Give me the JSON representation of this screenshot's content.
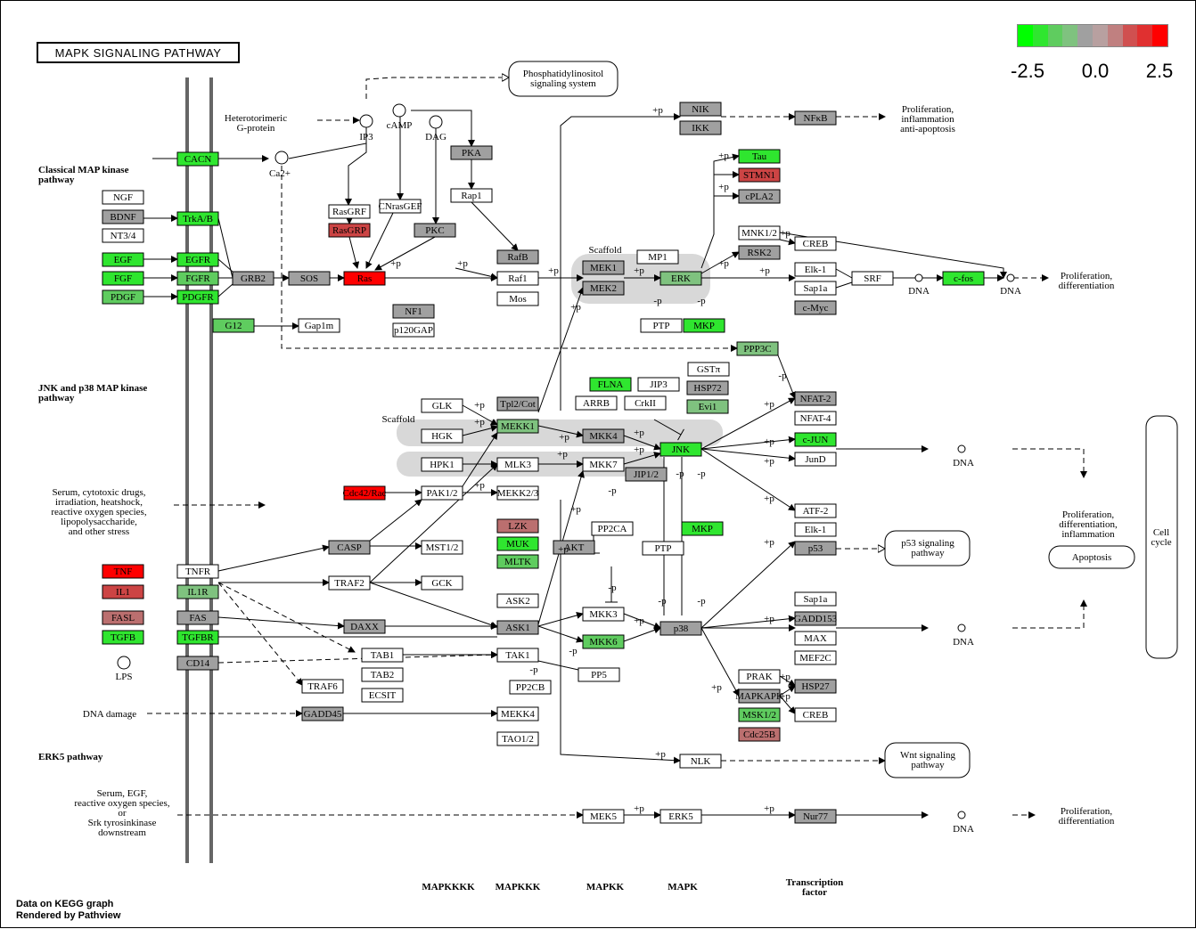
{
  "title": "MAPK SIGNALING PATHWAY",
  "legend": {
    "ticks": [
      "-2.5",
      "0.0",
      "2.5"
    ],
    "colors": [
      "#00ff00",
      "#2fe62f",
      "#5fcc5f",
      "#7fc27f",
      "#a0a0a0",
      "#b8a0a0",
      "#c08080",
      "#d05050",
      "#e03030",
      "#ff0000"
    ]
  },
  "credits": {
    "line1": "Data on KEGG graph",
    "line2": "Rendered by Pathview"
  },
  "colors": {
    "up_strong": "#ff0000",
    "up": "#cc4444",
    "up_weak": "#bb6f6f",
    "neutral": "#a0a0a0",
    "down_weak": "#7fc27f",
    "down": "#5fcc5f",
    "down_strong": "#00ff00",
    "none": "#ffffff"
  },
  "section_headers": {
    "classical": [
      "Classical MAP kinase",
      "pathway"
    ],
    "jnk": [
      "JNK and p38 MAP kinase",
      "pathway"
    ],
    "erk5": [
      "ERK5 pathway"
    ]
  },
  "column_labels": {
    "mapkkkk": "MAPKKKK",
    "mapkkk": "MAPKKK",
    "mapkk": "MAPKK",
    "mapk": "MAPK",
    "tf": [
      "Transcription",
      "factor"
    ]
  },
  "stimuli": {
    "serum": [
      "Serum, cytotoxic drugs,",
      "irradiation, heatshock,",
      "reactive oxygen species,",
      "lipopolysaccharide,",
      "and other stress"
    ],
    "dna_damage": "DNA damage",
    "erk5": [
      "Serum, EGF,",
      "reactive oxygen species,",
      "or",
      "Srk tyrosinkinase",
      "downstream"
    ],
    "hetero": [
      "Heterotorimeric",
      "G-protein"
    ]
  },
  "small_labels": {
    "ip3": "IP3",
    "camp": "cAMP",
    "dag": "DAG",
    "ca": "Ca2+",
    "lps": "LPS",
    "scaffold1": "Scaffold",
    "scaffold2": "Scaffold",
    "dna": "DNA"
  },
  "outputs": {
    "phosphatidyl": [
      "Phosphatidylinositol",
      "signaling system"
    ],
    "prolif_infl": [
      "Proliferation,",
      "inflammation",
      "anti-apoptosis"
    ],
    "prolif_diff1": [
      "Proliferation,",
      "differentiation"
    ],
    "prolif_diff_infl": [
      "Proliferation,",
      "differentiation,",
      "inflammation"
    ],
    "apoptosis": "Apoptosis",
    "cell_cycle": [
      "Cell",
      "cycle"
    ],
    "p53": [
      "p53 signaling",
      "pathway"
    ],
    "wnt": [
      "Wnt signaling",
      "pathway"
    ],
    "prolif_diff2": [
      "Proliferation,",
      "differentiation"
    ]
  },
  "genes": [
    {
      "label": "CACN",
      "color": "#2fe62f"
    },
    {
      "label": "NGF",
      "color": "#ffffff"
    },
    {
      "label": "BDNF",
      "color": "#a0a0a0"
    },
    {
      "label": "NT3/4",
      "color": "#ffffff"
    },
    {
      "label": "TrkA/B",
      "color": "#2fe62f"
    },
    {
      "label": "EGF",
      "color": "#2fe62f"
    },
    {
      "label": "FGF",
      "color": "#2fe62f"
    },
    {
      "label": "PDGF",
      "color": "#5fcc5f"
    },
    {
      "label": "EGFR",
      "color": "#2fe62f"
    },
    {
      "label": "FGFR",
      "color": "#5fcc5f"
    },
    {
      "label": "PDGFR",
      "color": "#2fe62f"
    },
    {
      "label": "GRB2",
      "color": "#a0a0a0"
    },
    {
      "label": "SOS",
      "color": "#a0a0a0"
    },
    {
      "label": "Ras",
      "color": "#ff0000"
    },
    {
      "label": "RasGRF",
      "color": "#ffffff"
    },
    {
      "label": "RasGRP",
      "color": "#cc4444"
    },
    {
      "label": "CNrasGEF",
      "color": "#ffffff"
    },
    {
      "label": "PKC",
      "color": "#a0a0a0"
    },
    {
      "label": "PKA",
      "color": "#a0a0a0"
    },
    {
      "label": "Rap1",
      "color": "#ffffff"
    },
    {
      "label": "RafB",
      "color": "#a0a0a0"
    },
    {
      "label": "Raf1",
      "color": "#ffffff"
    },
    {
      "label": "Mos",
      "color": "#ffffff"
    },
    {
      "label": "NF1",
      "color": "#a0a0a0"
    },
    {
      "label": "p120GAP",
      "color": "#ffffff"
    },
    {
      "label": "G12",
      "color": "#5fcc5f"
    },
    {
      "label": "Gap1m",
      "color": "#ffffff"
    },
    {
      "label": "MEK1",
      "color": "#a0a0a0"
    },
    {
      "label": "MEK2",
      "color": "#a0a0a0"
    },
    {
      "label": "MP1",
      "color": "#ffffff"
    },
    {
      "label": "ERK",
      "color": "#7fc27f"
    },
    {
      "label": "PTP",
      "color": "#ffffff"
    },
    {
      "label": "MKP",
      "color": "#2fe62f"
    },
    {
      "label": "NIK",
      "color": "#a0a0a0"
    },
    {
      "label": "IKK",
      "color": "#a0a0a0"
    },
    {
      "label": "NFκB",
      "color": "#a0a0a0"
    },
    {
      "label": "Tau",
      "color": "#2fe62f"
    },
    {
      "label": "STMN1",
      "color": "#cc4444"
    },
    {
      "label": "cPLA2",
      "color": "#a0a0a0"
    },
    {
      "label": "MNK1/2",
      "color": "#ffffff"
    },
    {
      "label": "RSK2",
      "color": "#a0a0a0"
    },
    {
      "label": "CREB",
      "color": "#ffffff"
    },
    {
      "label": "Elk-1",
      "color": "#ffffff"
    },
    {
      "label": "Sap1a",
      "color": "#ffffff"
    },
    {
      "label": "c-Myc",
      "color": "#a0a0a0"
    },
    {
      "label": "SRF",
      "color": "#ffffff"
    },
    {
      "label": "c-fos",
      "color": "#2fe62f"
    },
    {
      "label": "PPP3C",
      "color": "#7fc27f"
    },
    {
      "label": "NFAT-2",
      "color": "#a0a0a0"
    },
    {
      "label": "NFAT-4",
      "color": "#ffffff"
    },
    {
      "label": "c-JUN",
      "color": "#2fe62f"
    },
    {
      "label": "JunD",
      "color": "#ffffff"
    },
    {
      "label": "GLK",
      "color": "#ffffff"
    },
    {
      "label": "HGK",
      "color": "#ffffff"
    },
    {
      "label": "Tpl2/Cot",
      "color": "#a0a0a0"
    },
    {
      "label": "MEKK1",
      "color": "#7fc27f"
    },
    {
      "label": "FLNA",
      "color": "#2fe62f"
    },
    {
      "label": "JIP3",
      "color": "#ffffff"
    },
    {
      "label": "ARRB",
      "color": "#ffffff"
    },
    {
      "label": "CrkII",
      "color": "#ffffff"
    },
    {
      "label": "GSTπ",
      "color": "#ffffff"
    },
    {
      "label": "HSP72",
      "color": "#a0a0a0"
    },
    {
      "label": "Evi1",
      "color": "#7fc27f"
    },
    {
      "label": "MKK4",
      "color": "#a0a0a0"
    },
    {
      "label": "JNK",
      "color": "#2fe62f"
    },
    {
      "label": "HPK1",
      "color": "#ffffff"
    },
    {
      "label": "MLK3",
      "color": "#ffffff"
    },
    {
      "label": "MKK7",
      "color": "#ffffff"
    },
    {
      "label": "JIP1/2",
      "color": "#a0a0a0"
    },
    {
      "label": "Cdc42/Rac",
      "color": "#ff0000"
    },
    {
      "label": "PAK1/2",
      "color": "#ffffff"
    },
    {
      "label": "MEKK2/3",
      "color": "#ffffff"
    },
    {
      "label": "LZK",
      "color": "#bb6f6f"
    },
    {
      "label": "MUK",
      "color": "#2fe62f"
    },
    {
      "label": "MLTK",
      "color": "#5fcc5f"
    },
    {
      "label": "AKT",
      "color": "#a0a0a0"
    },
    {
      "label": "PP2CA",
      "color": "#ffffff"
    },
    {
      "label": "PTP",
      "color": "#ffffff"
    },
    {
      "label": "MKP",
      "color": "#2fe62f"
    },
    {
      "label": "ATF-2",
      "color": "#ffffff"
    },
    {
      "label": "Elk-1",
      "color": "#ffffff"
    },
    {
      "label": "p53",
      "color": "#a0a0a0"
    },
    {
      "label": "CASP",
      "color": "#a0a0a0"
    },
    {
      "label": "MST1/2",
      "color": "#ffffff"
    },
    {
      "label": "TNF",
      "color": "#ff0000"
    },
    {
      "label": "IL1",
      "color": "#cc4444"
    },
    {
      "label": "TNFR",
      "color": "#ffffff"
    },
    {
      "label": "IL1R",
      "color": "#7fc27f"
    },
    {
      "label": "TRAF2",
      "color": "#ffffff"
    },
    {
      "label": "GCK",
      "color": "#ffffff"
    },
    {
      "label": "ASK2",
      "color": "#ffffff"
    },
    {
      "label": "FASL",
      "color": "#bb6f6f"
    },
    {
      "label": "FAS",
      "color": "#a0a0a0"
    },
    {
      "label": "DAXX",
      "color": "#a0a0a0"
    },
    {
      "label": "ASK1",
      "color": "#a0a0a0"
    },
    {
      "label": "MKK3",
      "color": "#ffffff"
    },
    {
      "label": "p38",
      "color": "#a0a0a0"
    },
    {
      "label": "Sap1a",
      "color": "#ffffff"
    },
    {
      "label": "GADD153",
      "color": "#a0a0a0"
    },
    {
      "label": "MAX",
      "color": "#ffffff"
    },
    {
      "label": "MEF2C",
      "color": "#ffffff"
    },
    {
      "label": "TGFB",
      "color": "#2fe62f"
    },
    {
      "label": "TGFBR",
      "color": "#2fe62f"
    },
    {
      "label": "MKK6",
      "color": "#5fcc5f"
    },
    {
      "label": "TAB1",
      "color": "#ffffff"
    },
    {
      "label": "TAK1",
      "color": "#ffffff"
    },
    {
      "label": "CD14",
      "color": "#a0a0a0"
    },
    {
      "label": "TAB2",
      "color": "#ffffff"
    },
    {
      "label": "PP5",
      "color": "#ffffff"
    },
    {
      "label": "PP2CB",
      "color": "#ffffff"
    },
    {
      "label": "TRAF6",
      "color": "#ffffff"
    },
    {
      "label": "ECSIT",
      "color": "#ffffff"
    },
    {
      "label": "PRAK",
      "color": "#ffffff"
    },
    {
      "label": "MAPKAPK",
      "color": "#a0a0a0"
    },
    {
      "label": "HSP27",
      "color": "#a0a0a0"
    },
    {
      "label": "MSK1/2",
      "color": "#5fcc5f"
    },
    {
      "label": "CREB",
      "color": "#ffffff"
    },
    {
      "label": "Cdc25B",
      "color": "#bb6f6f"
    },
    {
      "label": "GADD45",
      "color": "#a0a0a0"
    },
    {
      "label": "MEKK4",
      "color": "#ffffff"
    },
    {
      "label": "TAO1/2",
      "color": "#ffffff"
    },
    {
      "label": "NLK",
      "color": "#ffffff"
    },
    {
      "label": "MEK5",
      "color": "#ffffff"
    },
    {
      "label": "ERK5",
      "color": "#ffffff"
    },
    {
      "label": "Nur77",
      "color": "#a0a0a0"
    }
  ],
  "edge_labels": {
    "plus_p": "+p",
    "minus_p": "-p"
  }
}
